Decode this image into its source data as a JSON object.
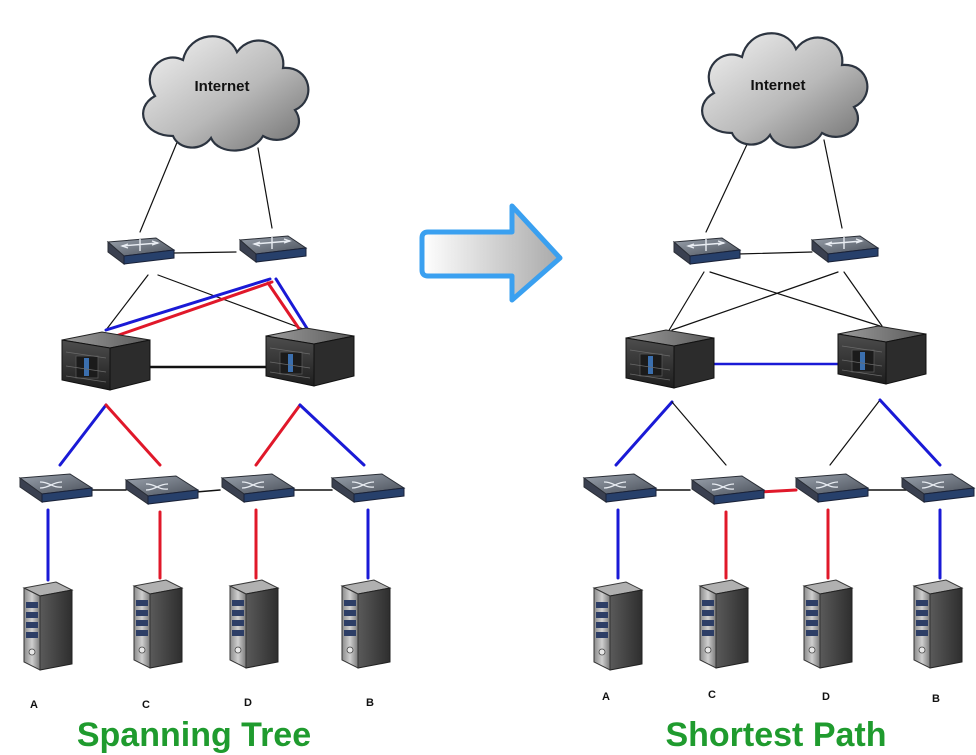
{
  "left": {
    "cloud_label": "Internet",
    "title": "Spanning Tree",
    "host_labels": [
      "A",
      "C",
      "D",
      "B"
    ]
  },
  "right": {
    "cloud_label": "Internet",
    "title": "Shortest Path",
    "host_labels": [
      "A",
      "C",
      "D",
      "B"
    ]
  },
  "colors": {
    "title_green": "#1f9b2e",
    "link_blue": "#1a1ad6",
    "link_red": "#e0182a",
    "link_black": "#111111",
    "arrow_border": "#3aa0f0"
  }
}
